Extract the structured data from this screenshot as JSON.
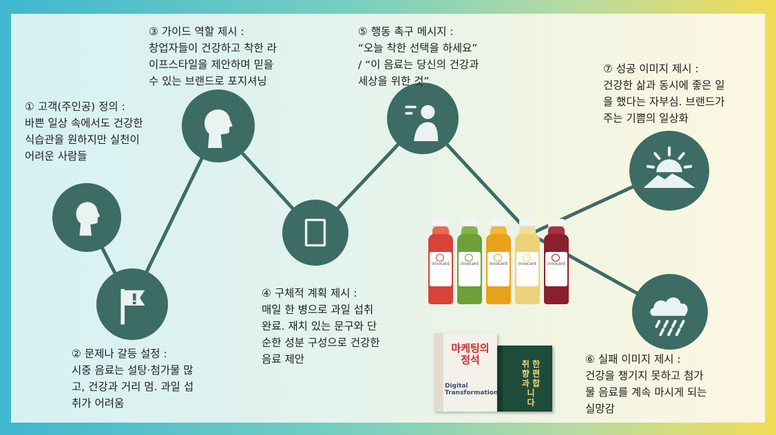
{
  "diagram": {
    "steps": [
      {
        "id": 1,
        "icon": "customer-head-icon",
        "heading": "① 고객(주인공) 정의 :",
        "lines": [
          "바쁜 일상 속에서도 건강한",
          "식습관을  원하지만  실천이",
          "어려운 사람들"
        ]
      },
      {
        "id": 2,
        "icon": "flag-exclamation-icon",
        "heading": "② 문제나 갈등 설정 :",
        "lines": [
          "시중 음료는 설탕·첨가물 많",
          "고, 건강과 거리 멈. 과일 섭",
          "취가 어려움"
        ]
      },
      {
        "id": 3,
        "icon": "guide-head-icon",
        "heading": "③ 가이드 역할 제시 :",
        "lines": [
          "창업자들이 건강하고 착한 라",
          "이프스타일을  제안하며  믿을",
          "수 있는 브랜드로 포지셔닝"
        ]
      },
      {
        "id": 4,
        "icon": "book-icon",
        "heading": "④ 구체적 계획 제시 :",
        "lines": [
          "매일 한 병으로 과일 섭취",
          "완료. 재치 있는 문구와 단",
          "순한 성분 구성으로 건강한",
          "음료 제안"
        ]
      },
      {
        "id": 5,
        "icon": "speaking-person-icon",
        "heading": "⑤ 행동 촉구 메시지 :",
        "lines": [
          "“오늘 착한 선택을 하세요”",
          "/ “이 음료는 당신의 건강과",
          "세상을 위한 것”"
        ]
      },
      {
        "id": 6,
        "icon": "rain-cloud-icon",
        "heading": "⑥ 실패 이미지 제시 :",
        "lines": [
          "건강을 챙기지 못하고 첨가",
          "물 음료를 계속 마시게 되는",
          "실망감"
        ]
      },
      {
        "id": 7,
        "icon": "sunrise-mountain-icon",
        "heading": "⑦ 성공 이미지 제시 :",
        "lines": [
          "건강한 삶과 동시에 좋은 일",
          "을 했다는 자부심. 브랜드가",
          "주는 기쁨의 일상화"
        ]
      }
    ]
  },
  "product": {
    "brand": "innocent",
    "bottles": [
      {
        "color": "#d9423a",
        "accent": "#e96a55"
      },
      {
        "color": "#6ea03a",
        "accent": "#83b34a"
      },
      {
        "color": "#e9a21a",
        "accent": "#f2b83a"
      },
      {
        "color": "#ecd27a",
        "accent": "#f2de97"
      },
      {
        "color": "#8a1f2e",
        "accent": "#a8303f"
      }
    ]
  },
  "books": {
    "book1": {
      "title_line1": "마케팅의",
      "title_line2": "정석",
      "subtitle_line1": "Digital",
      "subtitle_line2": "Transformation"
    },
    "book2": {
      "title_lines": [
        "취 한",
        "향 편",
        "과 합",
        "니",
        "다"
      ]
    }
  },
  "colors": {
    "node": "#3d6c64",
    "line": "#3d6c64"
  }
}
